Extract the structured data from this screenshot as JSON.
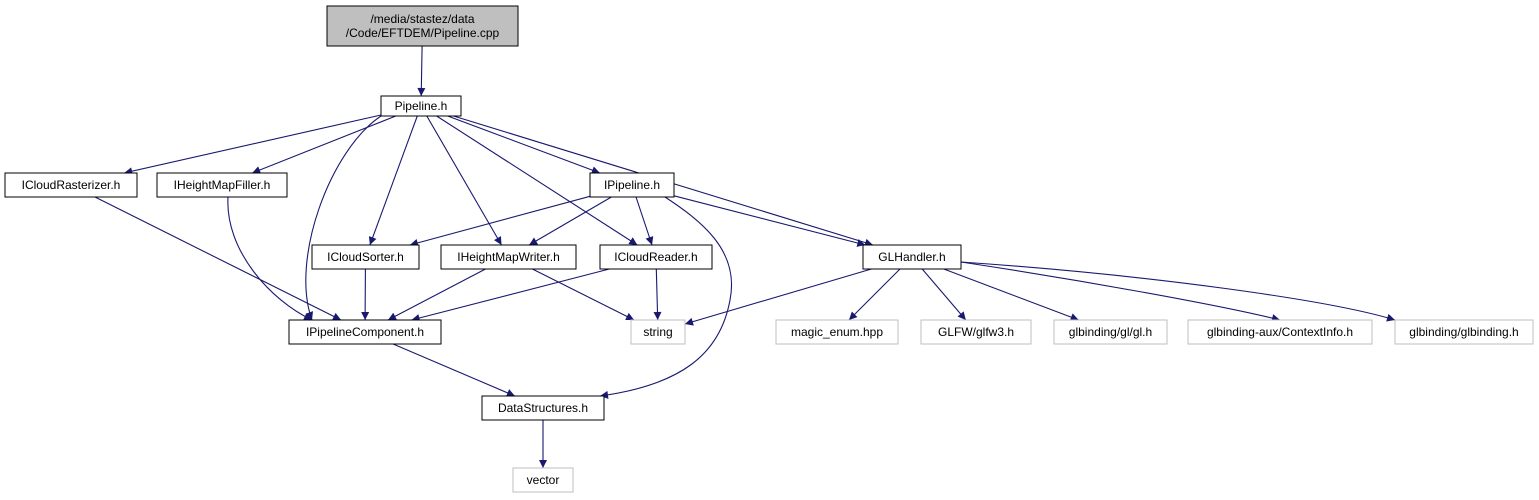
{
  "diagram": {
    "colors": {
      "edge": "#191970",
      "root_fill": "#bfbfbf",
      "node_fill": "#ffffff",
      "node_border": "#000000",
      "external_border": "#bfbfbf",
      "text": "#000000"
    },
    "nodes": {
      "root": {
        "lines": [
          "/media/stastez/data",
          "/Code/EFTDEM/Pipeline.cpp"
        ],
        "kind": "root"
      },
      "pipeline_h": {
        "lines": [
          "Pipeline.h"
        ],
        "kind": "internal"
      },
      "icloudrasterizer_h": {
        "lines": [
          "ICloudRasterizer.h"
        ],
        "kind": "internal"
      },
      "iheightmapfiller_h": {
        "lines": [
          "IHeightMapFiller.h"
        ],
        "kind": "internal"
      },
      "ipipeline_h": {
        "lines": [
          "IPipeline.h"
        ],
        "kind": "internal"
      },
      "icloudsorter_h": {
        "lines": [
          "ICloudSorter.h"
        ],
        "kind": "internal"
      },
      "iheightmapwriter_h": {
        "lines": [
          "IHeightMapWriter.h"
        ],
        "kind": "internal"
      },
      "icloudreader_h": {
        "lines": [
          "ICloudReader.h"
        ],
        "kind": "internal"
      },
      "glhandler_h": {
        "lines": [
          "GLHandler.h"
        ],
        "kind": "internal"
      },
      "ipipelinecomponent_h": {
        "lines": [
          "IPipelineComponent.h"
        ],
        "kind": "internal"
      },
      "string": {
        "lines": [
          "string"
        ],
        "kind": "external"
      },
      "magic_enum_hpp": {
        "lines": [
          "magic_enum.hpp"
        ],
        "kind": "external"
      },
      "glfw3_h": {
        "lines": [
          "GLFW/glfw3.h"
        ],
        "kind": "external"
      },
      "gl_h": {
        "lines": [
          "glbinding/gl/gl.h"
        ],
        "kind": "external"
      },
      "contextinfo_h": {
        "lines": [
          "glbinding-aux/ContextInfo.h"
        ],
        "kind": "external"
      },
      "glbinding_h": {
        "lines": [
          "glbinding/glbinding.h"
        ],
        "kind": "external"
      },
      "datastructures_h": {
        "lines": [
          "DataStructures.h"
        ],
        "kind": "internal"
      },
      "vector": {
        "lines": [
          "vector"
        ],
        "kind": "external"
      }
    },
    "edges": [
      [
        "root",
        "pipeline_h"
      ],
      [
        "pipeline_h",
        "icloudrasterizer_h"
      ],
      [
        "pipeline_h",
        "iheightmapfiller_h"
      ],
      [
        "pipeline_h",
        "ipipeline_h"
      ],
      [
        "pipeline_h",
        "icloudsorter_h"
      ],
      [
        "pipeline_h",
        "iheightmapwriter_h"
      ],
      [
        "pipeline_h",
        "icloudreader_h"
      ],
      [
        "pipeline_h",
        "glhandler_h"
      ],
      [
        "pipeline_h",
        "ipipelinecomponent_h"
      ],
      [
        "icloudrasterizer_h",
        "ipipelinecomponent_h"
      ],
      [
        "iheightmapfiller_h",
        "ipipelinecomponent_h"
      ],
      [
        "ipipeline_h",
        "icloudsorter_h"
      ],
      [
        "ipipeline_h",
        "iheightmapwriter_h"
      ],
      [
        "ipipeline_h",
        "icloudreader_h"
      ],
      [
        "ipipeline_h",
        "glhandler_h"
      ],
      [
        "ipipeline_h",
        "datastructures_h"
      ],
      [
        "icloudsorter_h",
        "ipipelinecomponent_h"
      ],
      [
        "iheightmapwriter_h",
        "ipipelinecomponent_h"
      ],
      [
        "iheightmapwriter_h",
        "string"
      ],
      [
        "icloudreader_h",
        "ipipelinecomponent_h"
      ],
      [
        "icloudreader_h",
        "string"
      ],
      [
        "glhandler_h",
        "string"
      ],
      [
        "glhandler_h",
        "magic_enum_hpp"
      ],
      [
        "glhandler_h",
        "glfw3_h"
      ],
      [
        "glhandler_h",
        "gl_h"
      ],
      [
        "glhandler_h",
        "contextinfo_h"
      ],
      [
        "glhandler_h",
        "glbinding_h"
      ],
      [
        "ipipelinecomponent_h",
        "datastructures_h"
      ],
      [
        "datastructures_h",
        "vector"
      ]
    ]
  }
}
